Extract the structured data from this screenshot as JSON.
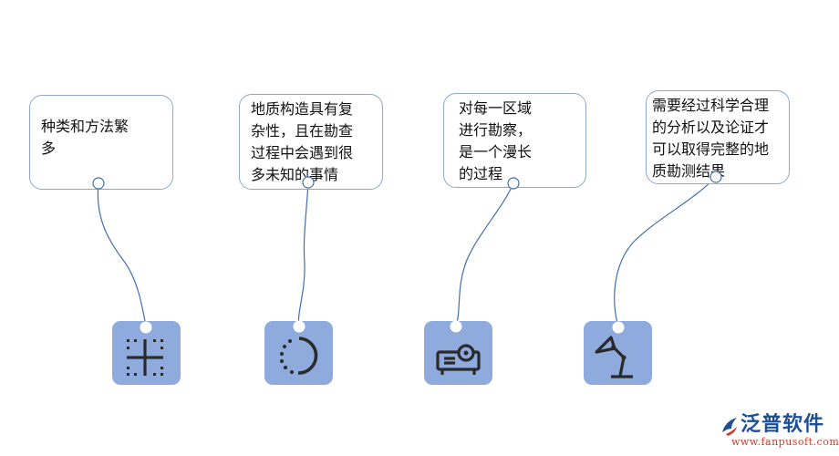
{
  "cards": [
    {
      "id": "card-1",
      "text": "种类和方法繁\n多"
    },
    {
      "id": "card-2",
      "text": "地质构造具有复\n杂性，且在勘查\n过程中会遇到很\n多未知的事情"
    },
    {
      "id": "card-3",
      "text": "对每一区域\n进行勘察，\n是一个漫长\n的过程"
    },
    {
      "id": "card-4",
      "text": "需要经过科学合理\n的分析以及论证才\n可以取得完整的地\n质勘测结果"
    }
  ],
  "icons": [
    "grid-icon",
    "dashed-circle-icon",
    "projector-icon",
    "desk-lamp-icon"
  ],
  "logo": {
    "name": "泛普软件",
    "url": "www.fanpusoft.com"
  },
  "colors": {
    "tile": "#8faadc",
    "line": "#3f6fb0",
    "border": "#8fa6cf",
    "brand": "#1c4f96",
    "url": "#d23a2a"
  }
}
